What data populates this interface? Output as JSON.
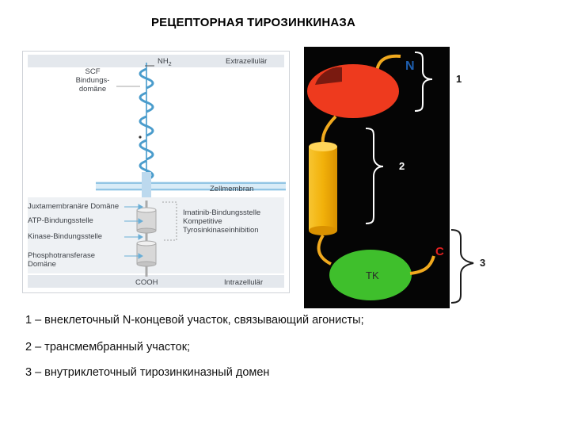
{
  "title": "РЕЦЕПТОРНАЯ ТИРОЗИНКИНАЗА",
  "left_panel": {
    "nh2": "NH",
    "nh2_sub": "2",
    "extrazellular": "Extrazellulär",
    "scf_line1": "SCF",
    "scf_line2": "Bindungs-",
    "scf_line3": "domäne",
    "zellmembran": "Zellmembran",
    "juxta": "Juxtamembranäre Domäne",
    "atp": "ATP-Bindungsstelle",
    "kinase": "Kinase-Bindungsstelle",
    "phospho1": "Phosphotransferase",
    "phospho2": "Domäne",
    "imatinib1": "Imatinib-Bindungsstelle",
    "imatinib2": "Kompetitive",
    "imatinib3": "Tyrosinkinaseinhibition",
    "cooh": "COOH",
    "intrazellular": "Intrazellulär"
  },
  "right_panel": {
    "n_label": "N",
    "c_label": "C",
    "tk_label": "TK",
    "num1": "1",
    "num2": "2",
    "num3": "3"
  },
  "legend": [
    "1 – внеклеточный N-концевой участок, связывающий агонисты;",
    "2 – трансмембранный участок;",
    "3 – внутриклеточный тирозинкиназный домен"
  ],
  "colors": {
    "n_domain": "#ee3a1e",
    "tk_domain": "#3fbf2c",
    "transmembrane": "#f2b10a",
    "chain": "#f0a91e",
    "n_text": "#1e5fb0",
    "c_text": "#e02020",
    "helix": "#6aaed6"
  }
}
